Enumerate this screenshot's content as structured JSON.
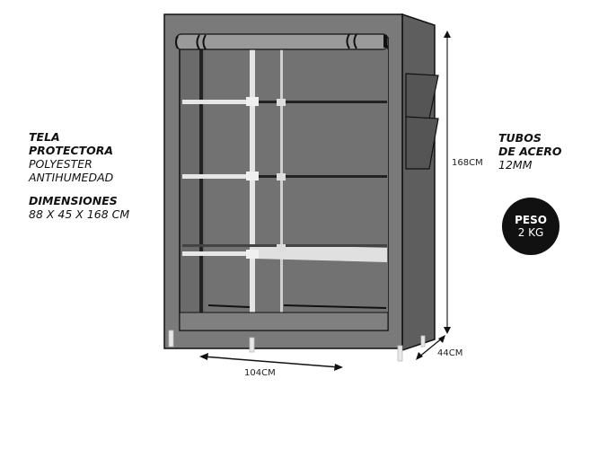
{
  "specs_left": {
    "fabric_title_line1": "TELA",
    "fabric_title_line2": "PROTECTORA",
    "fabric_material": "POLYESTER",
    "fabric_feature": "ANTIHUMEDAD",
    "dimensions_title": "DIMENSIONES",
    "dimensions_value": "88 X 45 X 168 CM"
  },
  "specs_right": {
    "tubes_title_line1": "TUBOS",
    "tubes_title_line2": "DE ACERO",
    "tubes_value": "12MM"
  },
  "weight_badge": {
    "label": "PESO",
    "value": "2 KG"
  },
  "dimension_labels": {
    "height": "168CM",
    "width": "104CM",
    "depth": "44CM"
  },
  "colors": {
    "fabric_gray": "#7a7a7a",
    "interior_gray": "#6b6b6b",
    "tube_white": "#e6e6e6",
    "badge_black": "#111111"
  }
}
